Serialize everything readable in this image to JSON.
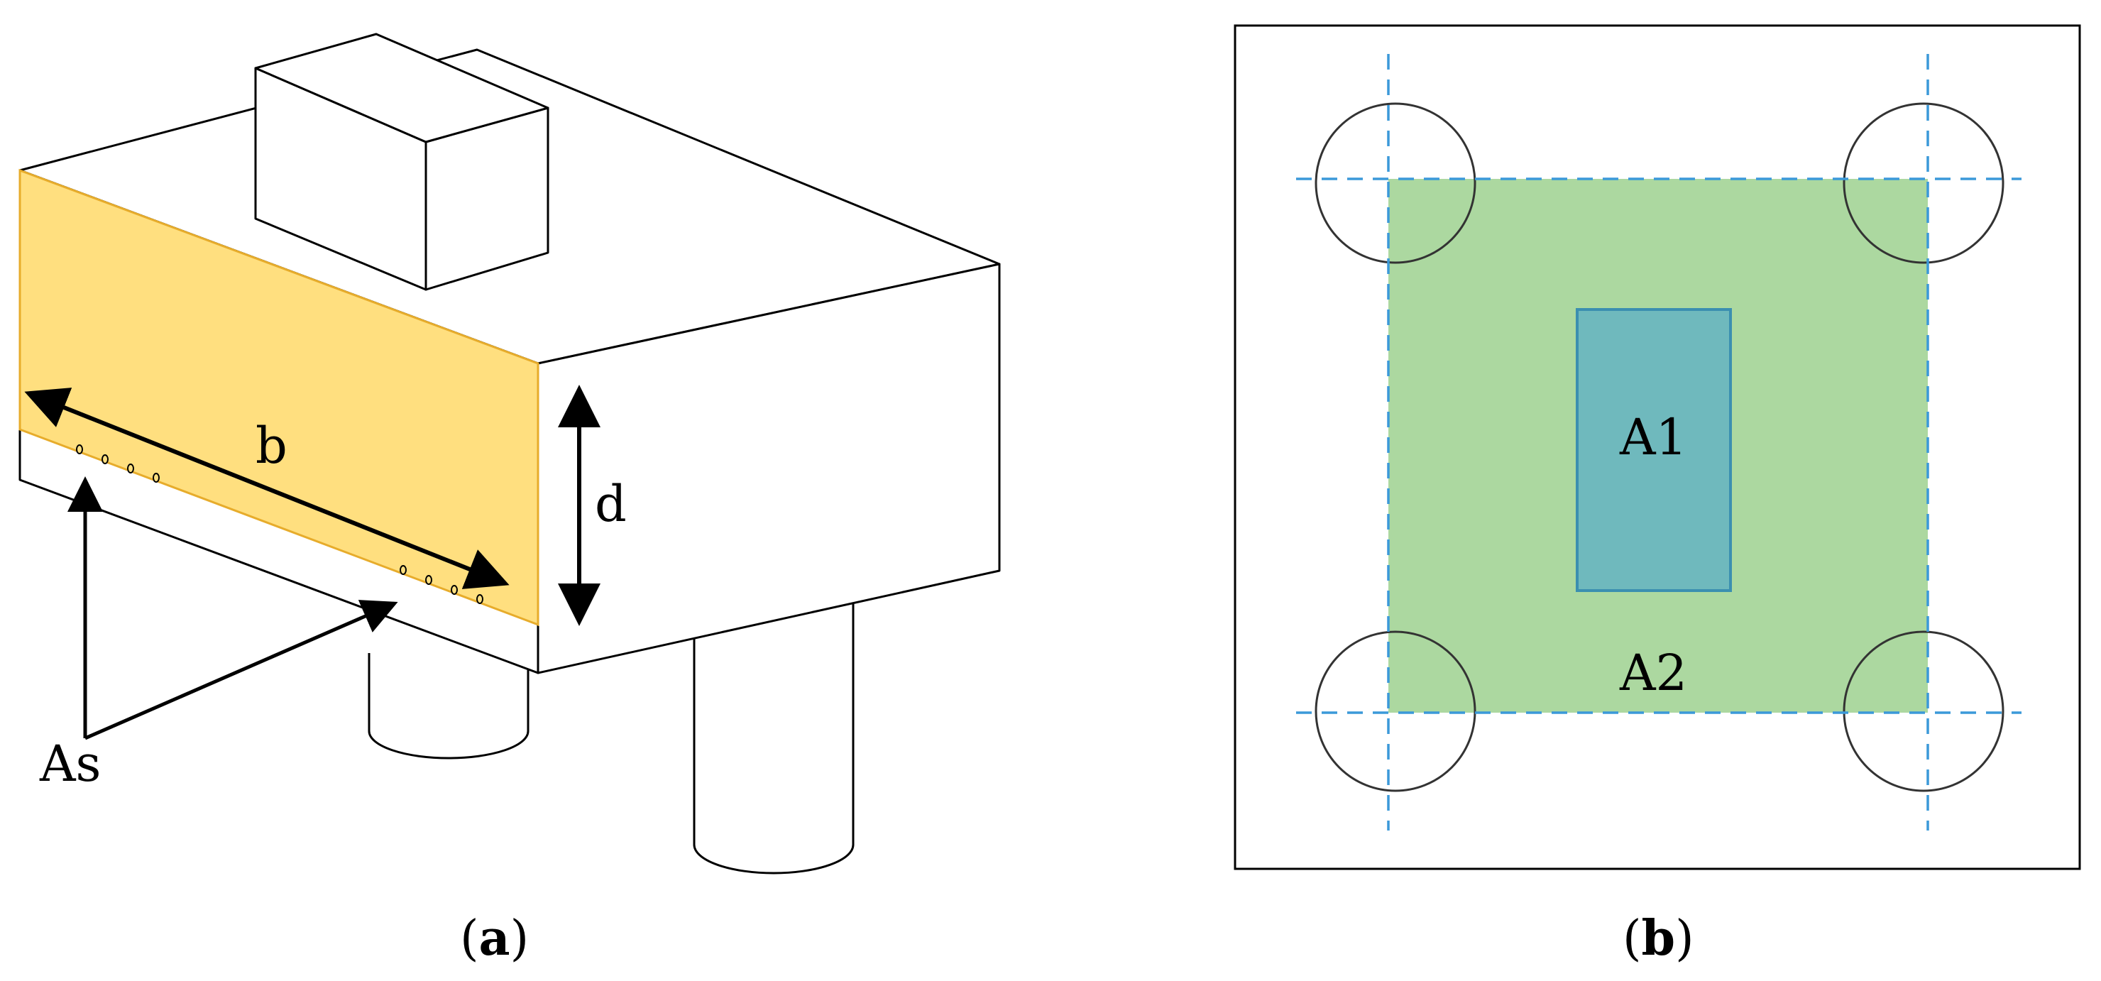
{
  "panel_a": {
    "label_b": "b",
    "label_d": "d",
    "label_as": "As",
    "caption_open": "(",
    "caption_letter": "a",
    "caption_close": ")",
    "colors": {
      "section_fill": "#ffdf7f",
      "section_edge": "#e7ac2b",
      "line": "#000000"
    }
  },
  "panel_b": {
    "label_a1": "A1",
    "label_a2": "A2",
    "caption_open": "(",
    "caption_letter": "b",
    "caption_close": ")",
    "colors": {
      "a2_fill": "#acd8a0",
      "a1_fill": "#6fb9bd",
      "a1_edge": "#3b8fb0",
      "axis_dash": "#3b99d9",
      "line": "#000000"
    }
  }
}
